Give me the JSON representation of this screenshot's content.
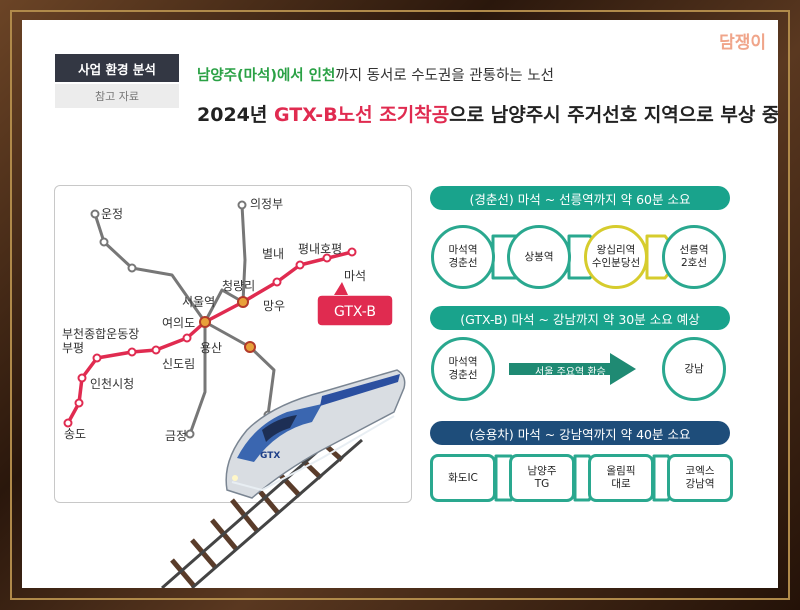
{
  "watermark": "담쟁이",
  "header": {
    "tag_dark": "사업 환경 분석",
    "tag_light": "참고 자료",
    "subtitle_green": "남양주(마석)에서 인천",
    "subtitle_rest": "까지 동서로 수도권을 관통하는 노선",
    "headline_pre": "2024년 ",
    "headline_red": "GTX-B노선 조기착공",
    "headline_post": "으로 남양주시 주거선호 지역으로 부상 중"
  },
  "map": {
    "labels": {
      "unjeong": "운정",
      "uijeongbu": "의정부",
      "byeollae": "별내",
      "pyeongnae": "평내호평",
      "maseok": "마석",
      "cheongnyangni": "청량리",
      "seoul": "서울역",
      "mangu": "망우",
      "yeouido": "여의도",
      "bucheon": "부천종합운동장",
      "bupyeong": "부평",
      "yongsan": "용산",
      "sindorim": "신도림",
      "incheon_cityhall": "인천시청",
      "songdo": "송도",
      "geumjeong": "금정"
    },
    "badge": "GTX-B",
    "train_logo": "GTX"
  },
  "colors": {
    "gtx_b": "#e02b50",
    "line_gray": "#777777",
    "teal": "#19a38c",
    "navy": "#1e4d7a",
    "yellow": "#d6cc2d"
  },
  "panel1": {
    "title": "(경춘선) 마석 ~ 선릉역까지 약 60분 소요",
    "stops": [
      "마석역\n경춘선",
      "상봉역",
      "왕십리역\n수인분당선",
      "선릉역\n2호선"
    ]
  },
  "panel2": {
    "title": "(GTX-B) 마석 ~ 강남까지 약 30분 소요 예상",
    "from": "마석역\n경춘선",
    "arrow": "서울 주요역 환승",
    "to": "강남"
  },
  "panel3": {
    "title": "(승용차) 마석 ~ 강남역까지 약 40분 소요",
    "stops": [
      "화도IC",
      "남양주\nTG",
      "올림픽\n대로",
      "코엑스\n강남역"
    ]
  }
}
